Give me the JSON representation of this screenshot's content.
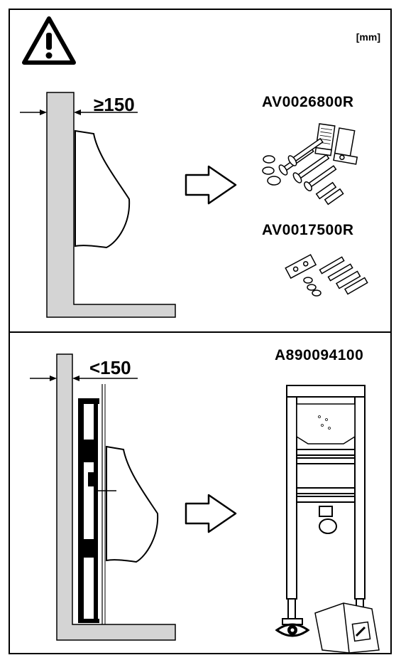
{
  "top_panel": {
    "unit_label": "[mm]",
    "distance_label": "≥150",
    "kit_primary_code": "AV0026800R",
    "kit_secondary_code": "AV0017500R"
  },
  "bottom_panel": {
    "distance_label": "<150",
    "frame_code": "A890094100"
  },
  "colors": {
    "wall": "#d4d4d4",
    "line": "#000000",
    "background": "#ffffff"
  },
  "icons": [
    "warning-icon",
    "arrow-right-icon",
    "eye-icon",
    "manual-icon"
  ]
}
